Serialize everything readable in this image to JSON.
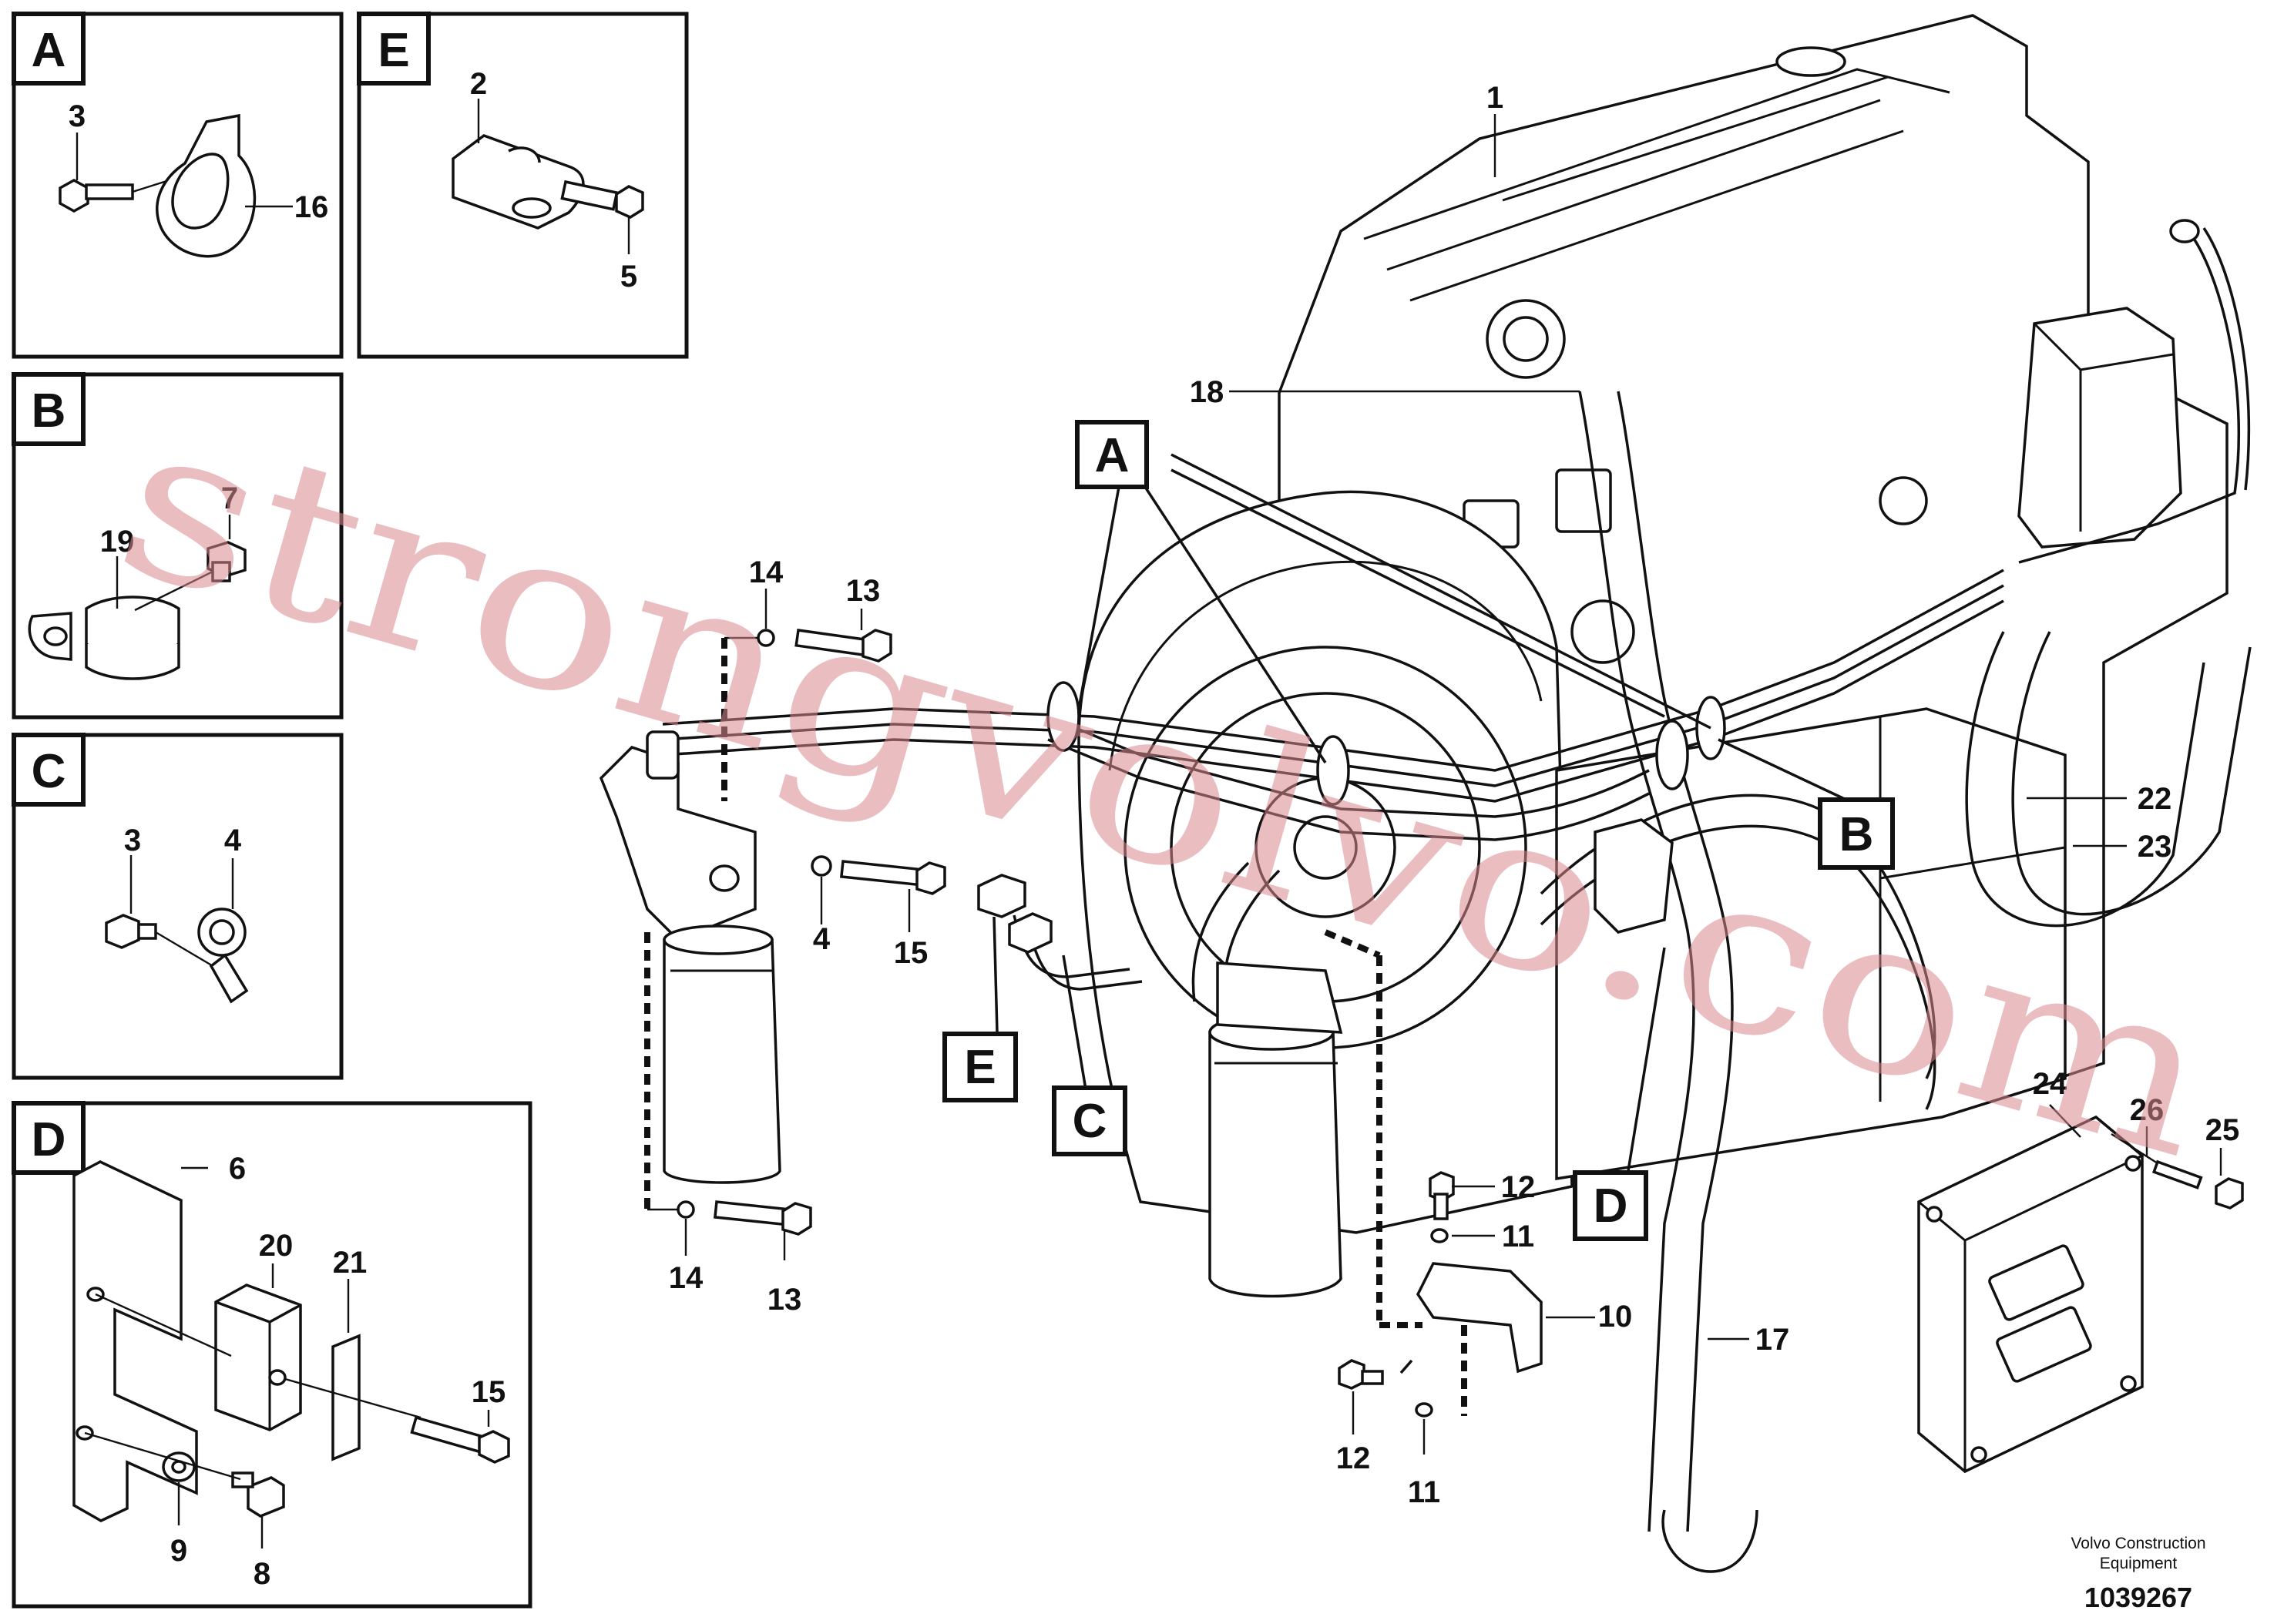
{
  "detail_panels": [
    {
      "letter": "A",
      "parts": [
        "3",
        "16"
      ]
    },
    {
      "letter": "E",
      "parts": [
        "2",
        "5"
      ]
    },
    {
      "letter": "B",
      "parts": [
        "7",
        "19"
      ]
    },
    {
      "letter": "C",
      "parts": [
        "3",
        "4"
      ]
    },
    {
      "letter": "D",
      "parts": [
        "6",
        "20",
        "21",
        "15",
        "9",
        "8"
      ]
    }
  ],
  "main_callouts": {
    "engine": "1",
    "pipe_top": "18",
    "bolt_top": "13",
    "washer_top": "14",
    "bolt_mid": "15",
    "washer_mid": "4",
    "bolt_bottom": "13",
    "washer_bottom": "14",
    "bracket_bolt": "12",
    "bracket_washer": "11",
    "bracket": "10",
    "bracket_bolt_low": "12",
    "bracket_washer_low": "11",
    "hose_long": "17",
    "hose_22": "22",
    "hose_23": "23",
    "ecu": "24",
    "ecu_bolt": "26",
    "ecu_screw": "25"
  },
  "reference_markers": [
    "A",
    "B",
    "C",
    "D",
    "E"
  ],
  "watermark": "strongvolvo.com",
  "footer": {
    "company_line1": "Volvo Construction",
    "company_line2": "Equipment",
    "doc_number": "1039267"
  }
}
